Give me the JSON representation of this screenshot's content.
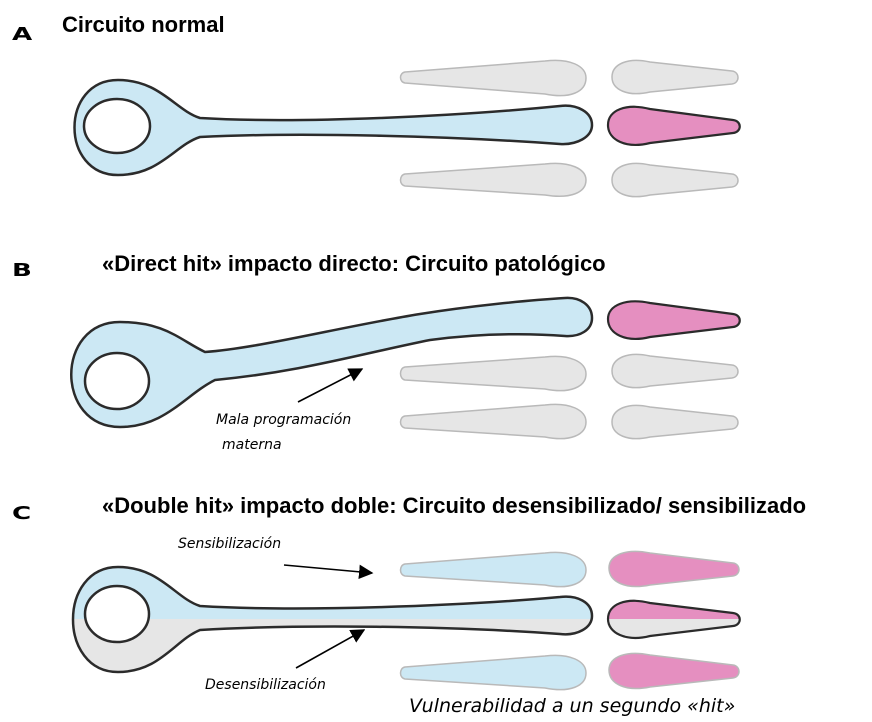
{
  "colors": {
    "neuron_fill": "#cce8f4",
    "neuron_stroke": "#2b2b2b",
    "grey_fill": "#e6e6e6",
    "grey_stroke": "#b9b9b9",
    "pink_fill": "#e58fc0",
    "pink_stroke": "#2b2b2b"
  },
  "panels": [
    {
      "letter": "A",
      "title": "Circuito normal"
    },
    {
      "letter": "B",
      "title": "«Direct hit» impacto directo: Circuito patológico"
    },
    {
      "letter": "C",
      "title": "«Double hit» impacto doble: Circuito desensibilizado/ sensibilizado"
    }
  ],
  "annotations": {
    "b_arrow_line1": "Mala programación",
    "b_arrow_line2": "materna",
    "c_sensitization": "Sensibilización",
    "c_desensitization": "Desensibilización",
    "c_vulnerability": "Vulnerabilidad a un segundo «hit»"
  }
}
